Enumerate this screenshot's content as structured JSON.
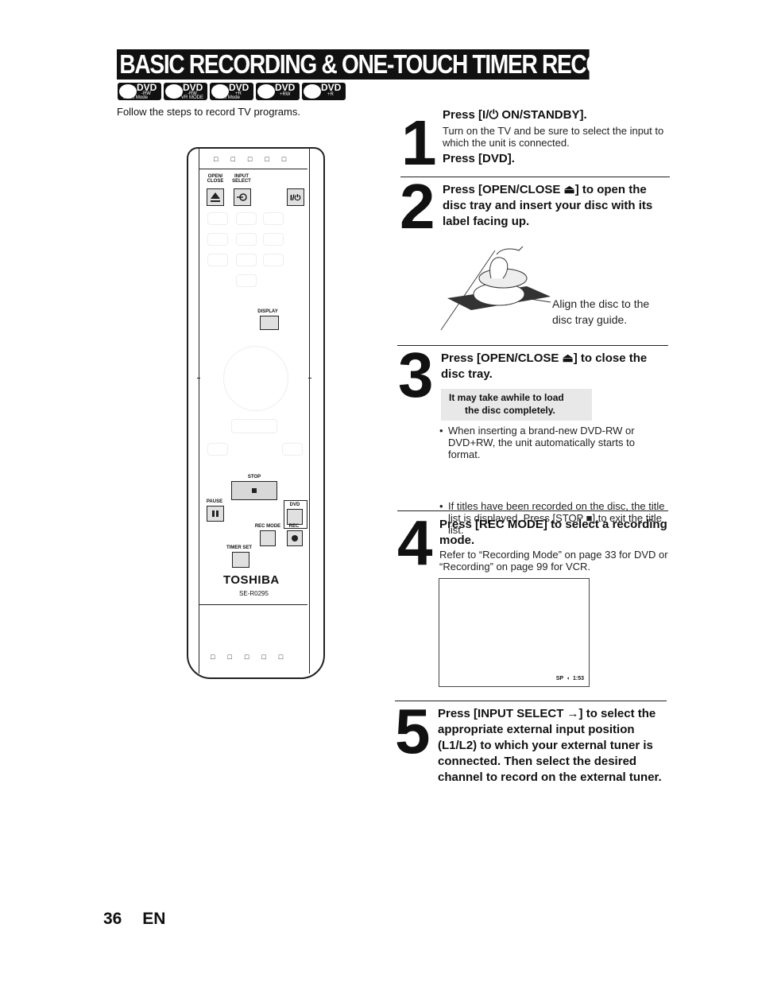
{
  "header": {
    "title": "BASIC RECORDING & ONE-TOUCH TIMER RECORDING",
    "badges": [
      {
        "logo": "DVD",
        "top": "-RW",
        "sub": "Video Mode"
      },
      {
        "logo": "DVD",
        "top": "-RW",
        "sub": "VR MODE"
      },
      {
        "logo": "DVD",
        "top": "+R",
        "sub": "Video Mode"
      },
      {
        "logo": "DVD",
        "top": "+RW",
        "sub": ""
      },
      {
        "logo": "DVD",
        "top": "+R",
        "sub": ""
      }
    ]
  },
  "intro": "Follow the steps to record TV programs.",
  "remote": {
    "labels": {
      "open_close": "OPEN/ CLOSE",
      "input_select": "INPUT SELECT",
      "display": "DISPLAY",
      "stop": "STOP",
      "pause": "PAUSE",
      "dvd": "DVD",
      "rec_mode": "REC MODE",
      "rec": "REC",
      "timer_set": "TIMER SET"
    },
    "brand": "TOSHIBA",
    "model": "SE-R0295",
    "icons": [
      "eject-icon",
      "input-select-icon",
      "power-icon",
      "stop-icon",
      "pause-icon",
      "rec-icon"
    ]
  },
  "steps": [
    {
      "number": "1",
      "heading": "Press [I/⏻ ON/STANDBY].",
      "body": "Turn on the TV and be sure to select the input to which the unit is connected.",
      "heading2": "Press [DVD]."
    },
    {
      "number": "2",
      "heading": "Press [OPEN/CLOSE ⏏] to open the disc tray and insert your disc with its label facing up.",
      "callout": "Align the disc to the disc tray guide."
    },
    {
      "number": "3",
      "heading": "Press [OPEN/CLOSE ⏏] to close the disc tray.",
      "note_line1": "It may take awhile to load",
      "note_line2": "the disc completely.",
      "bullets": [
        "When inserting a brand-new DVD-RW or DVD+RW, the unit automatically starts to format.",
        "If titles have been recorded on the disc, the title list is displayed. Press [STOP ■] to exit the title list."
      ]
    },
    {
      "number": "4",
      "heading": "Press [REC MODE] to select a recording mode.",
      "body": "Refer to “Recording Mode” on page 33 for DVD or “Recording” on page 99 for VCR.",
      "screen_mode": "SP",
      "screen_time": "1:53"
    },
    {
      "number": "5",
      "heading": "Press [INPUT SELECT →] to select the appropriate external input position (L1/L2) to which your external tuner is connected. Then select the desired channel to record on the external tuner."
    }
  ],
  "footer": {
    "page": "36",
    "lang": "EN"
  }
}
